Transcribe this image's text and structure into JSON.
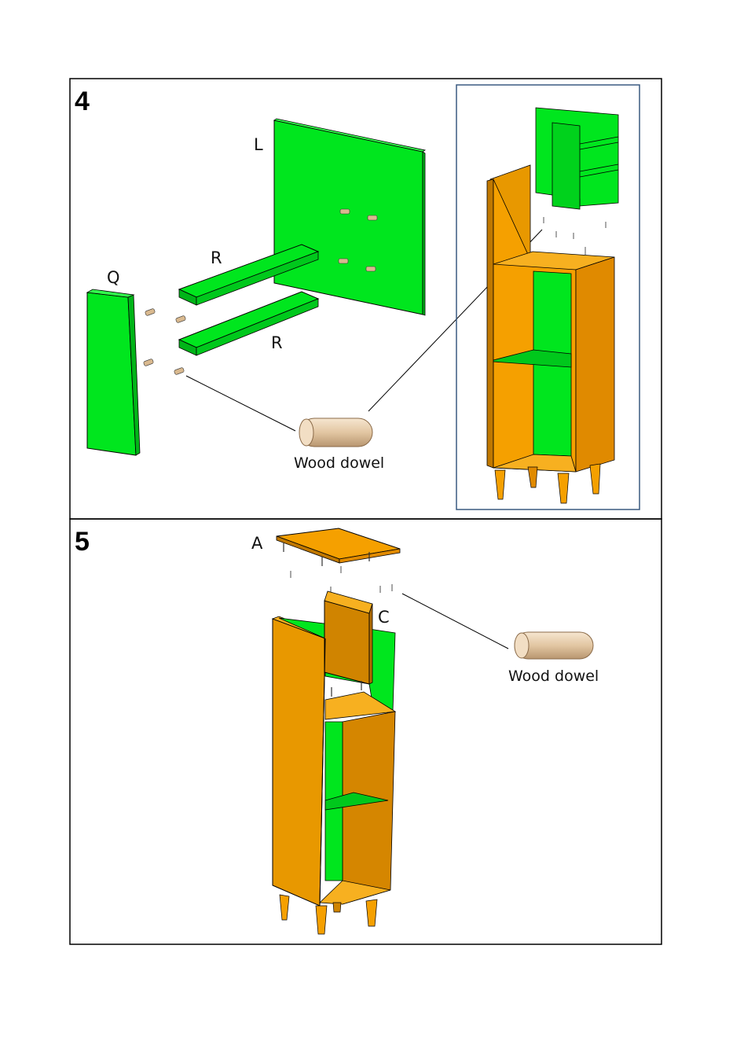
{
  "steps": [
    {
      "number": "4",
      "labels": {
        "L": "L",
        "R1": "R",
        "R2": "R",
        "Q": "Q"
      },
      "dowel_caption": "Wood dowel"
    },
    {
      "number": "5",
      "labels": {
        "A": "A",
        "C": "C"
      },
      "dowel_caption": "Wood dowel"
    }
  ],
  "colors": {
    "panel_green": "#00e61e",
    "panel_green_dark": "#00b418",
    "wood_orange": "#f5a000",
    "wood_orange_dark": "#c07800",
    "dowel": "#e8cfae",
    "frame": "#000000",
    "inset_frame": "#3a5a80"
  }
}
